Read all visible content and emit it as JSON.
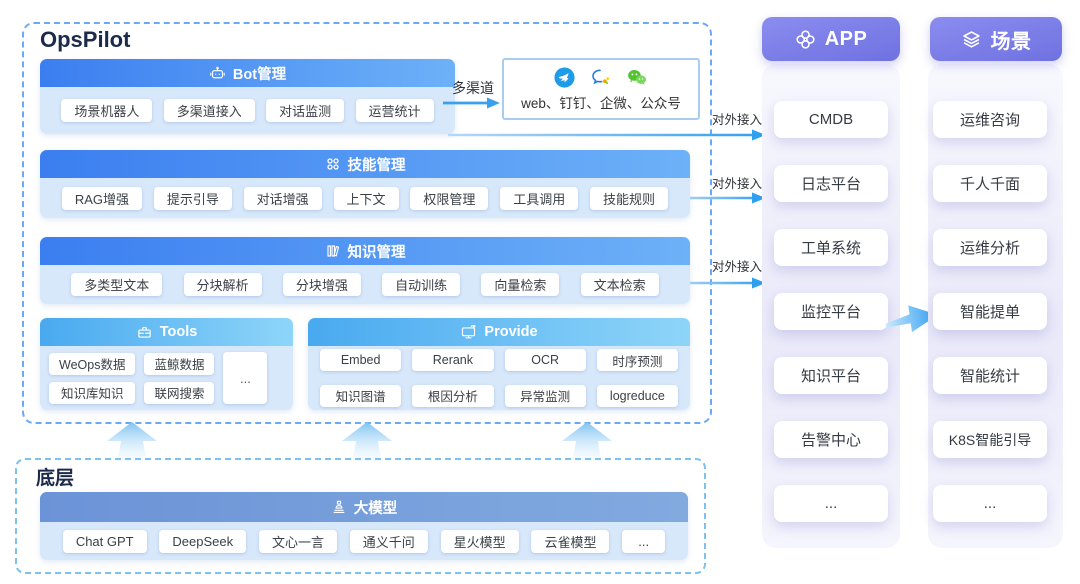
{
  "colors": {
    "header_blue_start": "#3b7ef0",
    "header_blue_end": "#6db1f8",
    "header_cyan_start": "#49a9ef",
    "header_cyan_end": "#8ed5f9",
    "header_steel": "#6b93d7",
    "panel_blue": "#d8e8fb",
    "purple_start": "#8b8df0",
    "purple_end": "#6f71e0",
    "arrow_blue": "#2f9ff0",
    "ops_dashed_border": "#6aa9f7",
    "base_dashed_border": "#7ec0ee",
    "title_color": "#1c2b4a"
  },
  "opspilot": {
    "title": "OpsPilot",
    "bot": {
      "title": "Bot管理",
      "icon": "robot-icon",
      "items": [
        "场景机器人",
        "多渠道接入",
        "对话监测",
        "运营统计"
      ]
    },
    "channel": {
      "label": "多渠道",
      "caption": "web、钉钉、企微、公众号",
      "icons": [
        "dingtalk-icon",
        "wecom-icon",
        "wechat-icon"
      ]
    },
    "skill": {
      "title": "技能管理",
      "icon": "grid-dots-icon",
      "items": [
        "RAG增强",
        "提示引导",
        "对话增强",
        "上下文",
        "权限管理",
        "工具调用",
        "技能规则"
      ]
    },
    "knowledge": {
      "title": "知识管理",
      "icon": "books-icon",
      "items": [
        "多类型文本",
        "分块解析",
        "分块增强",
        "自动训练",
        "向量检索",
        "文本检索"
      ]
    },
    "tools": {
      "title": "Tools",
      "icon": "toolbox-icon",
      "items": [
        "WeOps数据",
        "蓝鲸数据",
        "知识库知识",
        "联网搜索"
      ],
      "more": "..."
    },
    "provide": {
      "title": "Provide",
      "icon": "monitor-icon",
      "items": [
        "Embed",
        "Rerank",
        "OCR",
        "时序预测",
        "知识图谱",
        "根因分析",
        "异常监测",
        "logreduce"
      ]
    }
  },
  "external_links": {
    "label": "对外接入",
    "count": 3
  },
  "base": {
    "title": "底层",
    "model": {
      "title": "大模型",
      "icon": "model-icon",
      "items": [
        "Chat GPT",
        "DeepSeek",
        "文心一言",
        "通义千问",
        "星火模型",
        "云雀模型",
        "..."
      ]
    }
  },
  "app": {
    "title": "APP",
    "icon": "app-clover-icon",
    "cards": [
      "CMDB",
      "日志平台",
      "工单系统",
      "监控平台",
      "知识平台",
      "告警中心",
      "..."
    ]
  },
  "scene": {
    "title": "场景",
    "icon": "layers-icon",
    "cards": [
      "运维咨询",
      "千人千面",
      "运维分析",
      "智能提单",
      "智能统计",
      "K8S智能引导",
      "..."
    ]
  }
}
